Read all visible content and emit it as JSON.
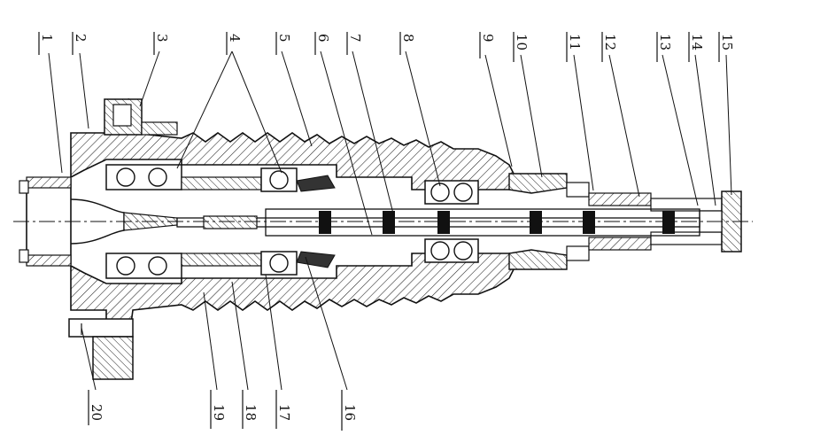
{
  "diagram": {
    "callouts_top": [
      {
        "num": "1"
      },
      {
        "num": "2"
      },
      {
        "num": "3"
      },
      {
        "num": "4"
      },
      {
        "num": "5"
      },
      {
        "num": "6"
      },
      {
        "num": "7"
      },
      {
        "num": "8"
      },
      {
        "num": "9"
      },
      {
        "num": "10"
      },
      {
        "num": "11"
      },
      {
        "num": "12"
      },
      {
        "num": "13"
      },
      {
        "num": "14"
      },
      {
        "num": "15"
      }
    ],
    "callouts_bottom": [
      {
        "num": "20"
      },
      {
        "num": "19"
      },
      {
        "num": "18"
      },
      {
        "num": "17"
      },
      {
        "num": "16"
      }
    ]
  }
}
